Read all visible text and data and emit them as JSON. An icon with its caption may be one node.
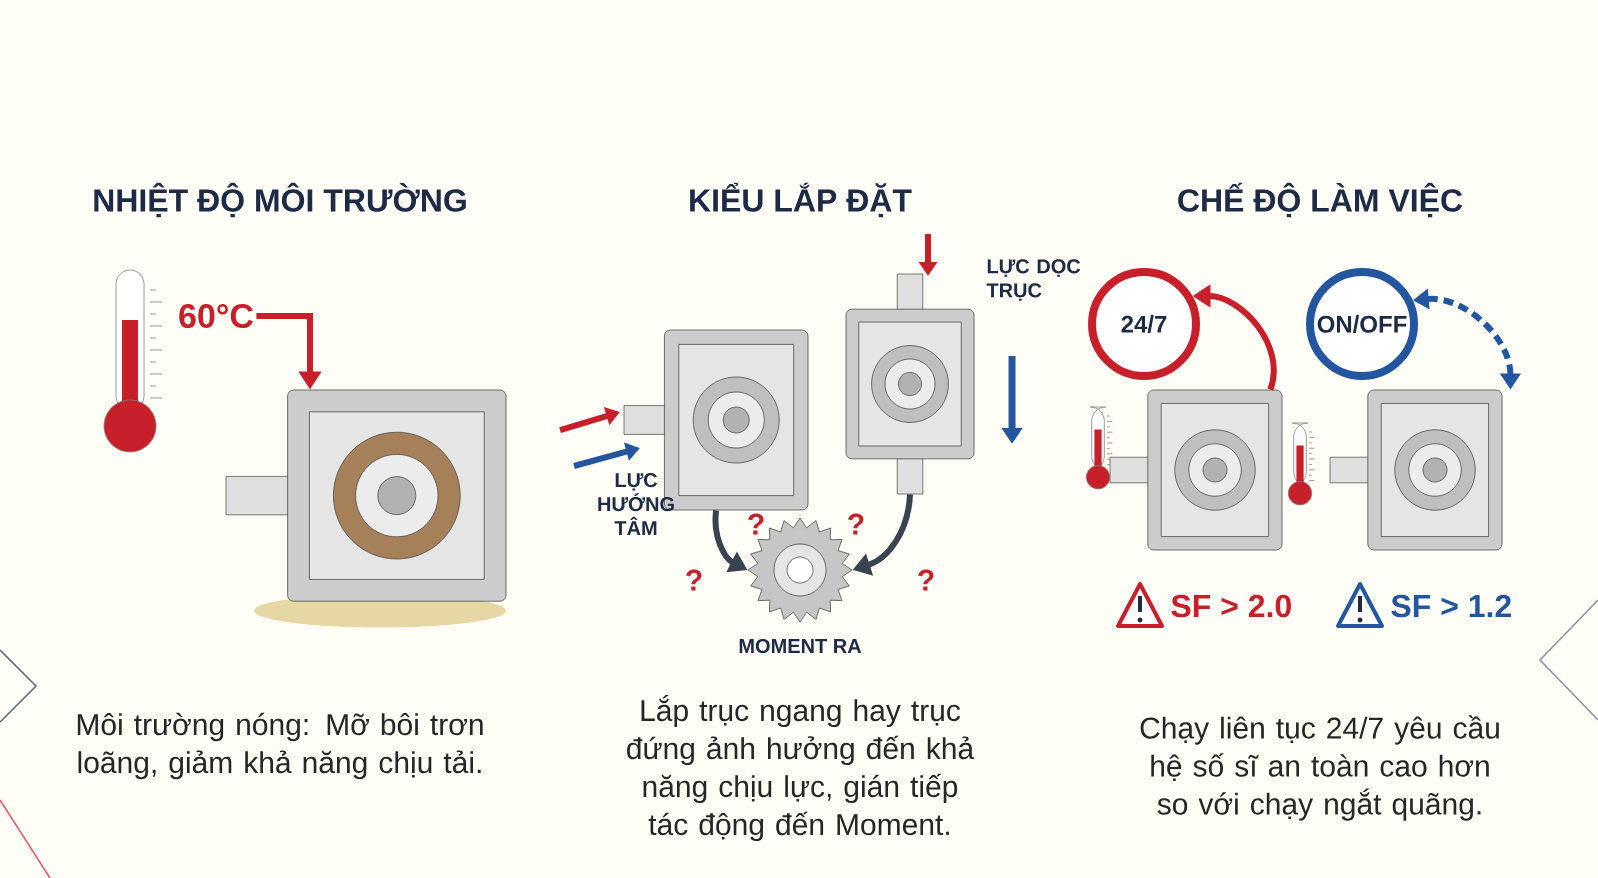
{
  "diagram": {
    "nodes": [
      {
        "text": [
          "60°C"
        ]
      },
      {
        "text": [],
        "shape": "picture"
      },
      {
        "text": [],
        "shape": "picture",
        "beside": [
          "LỰC HƯỚNG TÂM"
        ]
      },
      {
        "text": [],
        "shape": "picture",
        "beside": [
          "LỰC DỌC TRỤC"
        ]
      },
      {
        "text": [],
        "shape": "picture",
        "beside": [
          "MOMENT RA"
        ]
      },
      {
        "text": [
          "24/7"
        ]
      },
      {
        "text": [],
        "shape": "picture"
      },
      {
        "text": [
          "ON/OFF"
        ]
      },
      {
        "text": [],
        "shape": "picture"
      }
    ],
    "edges": [
      {
        "from": 0,
        "to": 1,
        "arrow": "to",
        "color": "#c8202a"
      },
      {
        "from": 2,
        "to": 4,
        "arrow": "to",
        "color": "#3a4350"
      },
      {
        "from": 3,
        "to": 4,
        "arrow": "to",
        "color": "#3a4350"
      },
      {
        "from": 6,
        "to": 5,
        "arrow": "to",
        "color": "#c8202a"
      },
      {
        "from": 7,
        "to": 8,
        "arrow": "both",
        "style": "dashed",
        "color": "#2456a0"
      }
    ],
    "labels": [
      "NHIỆT ĐỘ MÔI TRƯỜNG",
      "KIỂU LẮP ĐẶT",
      "CHẾ ĐỘ LÀM VIỆC",
      "?",
      "?",
      "?",
      "?",
      "SF > 2.0",
      "SF > 1.2",
      "Môi trường nóng: Mỡ bôi trơn loãng, giảm khả năng chịu tải.",
      "Lắp trục ngang hay trục đứng ảnh hưởng đến khả năng chịu lực, gián tiếp tác động đến Moment.",
      "Chạy liên tục 24/7 yêu cầu hệ số sĩ an toàn cao hơn so với chạy ngắt quãng."
    ]
  }
}
